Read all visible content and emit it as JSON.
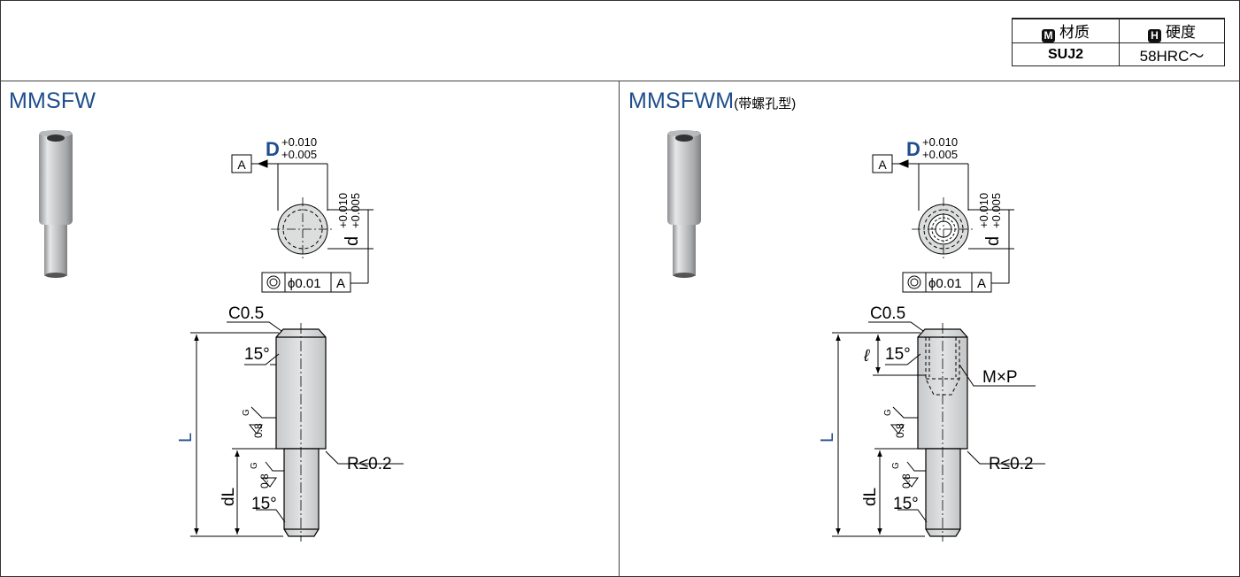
{
  "material_table": {
    "material_badge": "M",
    "material_label": "材质",
    "hardness_badge": "H",
    "hardness_label": "硬度",
    "material_value": "SUJ2",
    "hardness_value": "58HRC～"
  },
  "left_panel": {
    "title": "MMSFW",
    "tolerance_upper": "+0.010",
    "tolerance_lower": "+0.005",
    "d_symbol": "D",
    "datum": "A",
    "small_d": "d",
    "coaxiality": "ϕ0.01",
    "chamfer": "C0.5",
    "angle_top": "15°",
    "angle_bottom": "15°",
    "finish_grade": "G",
    "finish_value": "0.8",
    "length_L": "L",
    "length_dL": "dL",
    "radius": "R≤0.2"
  },
  "right_panel": {
    "title": "MMSFWM",
    "subtitle": "(带螺孔型)",
    "tolerance_upper": "+0.010",
    "tolerance_lower": "+0.005",
    "d_symbol": "D",
    "datum": "A",
    "small_d": "d",
    "coaxiality": "ϕ0.01",
    "chamfer": "C0.5",
    "angle_top": "15°",
    "angle_bottom": "15°",
    "finish_grade": "G",
    "finish_value": "0.8",
    "length_L": "L",
    "length_dL": "dL",
    "thread_depth": "ℓ",
    "thread": "M×P",
    "radius": "R≤0.2"
  },
  "colors": {
    "accent": "#1f4e8c",
    "line": "#000000",
    "pin_fill": "#d9dadb"
  }
}
